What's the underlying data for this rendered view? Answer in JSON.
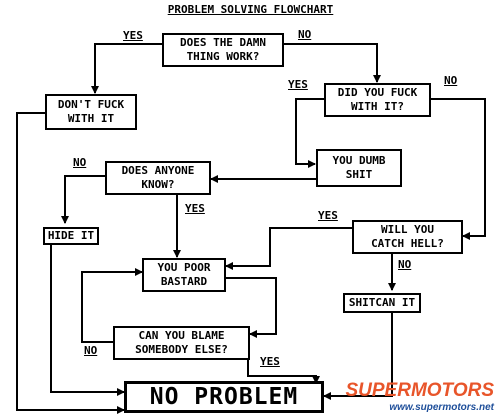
{
  "title": "PROBLEM SOLVING FLOWCHART",
  "nodes": {
    "does_it_work": "DOES THE DAMN\nTHING WORK?",
    "dont_touch": "DON'T FUCK\nWITH IT",
    "did_you_touch": "DID YOU FUCK\nWITH IT?",
    "dumb": "YOU DUMB\nSHIT",
    "anyone_know": "DOES ANYONE\nKNOW?",
    "hide": "HIDE IT",
    "catch_hell": "WILL YOU\nCATCH HELL?",
    "poor": "YOU POOR\nBASTARD",
    "shitcan": "SHITCAN IT",
    "blame": "CAN YOU BLAME\nSOMEBODY ELSE?",
    "no_problem": "NO PROBLEM"
  },
  "edge_labels": {
    "work_yes": "YES",
    "work_no": "NO",
    "touch_yes": "YES",
    "touch_no": "NO",
    "know_no": "NO",
    "know_yes": "YES",
    "hell_yes": "YES",
    "hell_no": "NO",
    "blame_no": "NO",
    "blame_yes": "YES"
  },
  "watermark": {
    "name": "Supermotors",
    "url": "www.supermotors.net"
  }
}
